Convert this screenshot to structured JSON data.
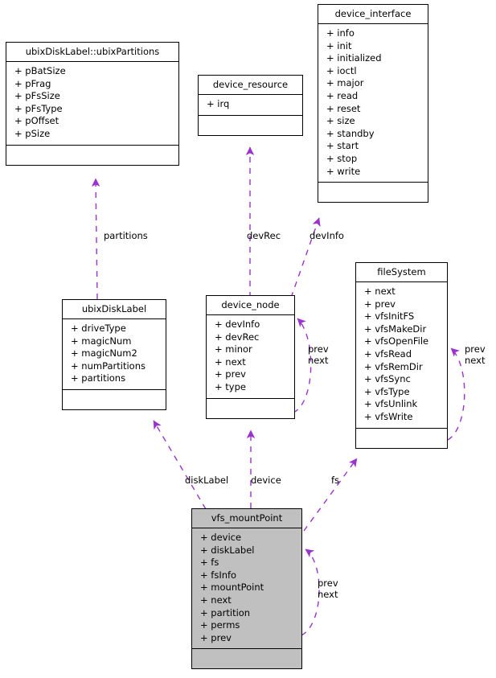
{
  "diagram": {
    "type": "uml-class-collaboration-diagram",
    "edge_color": "#9a32cd",
    "box_border_color": "#000000",
    "highlight_fill": "#c0c0c0"
  },
  "classes": [
    {
      "id": "ubixPartitions",
      "name": "ubixDiskLabel::ubixPartitions",
      "attributes": [
        "+ pBatSize",
        "+ pFrag",
        "+ pFsSize",
        "+ pFsType",
        "+ pOffset",
        "+ pSize"
      ],
      "shaded": false
    },
    {
      "id": "device_resource",
      "name": "device_resource",
      "attributes": [
        "+ irq"
      ],
      "shaded": false
    },
    {
      "id": "device_interface",
      "name": "device_interface",
      "attributes": [
        "+ info",
        "+ init",
        "+ initialized",
        "+ ioctl",
        "+ major",
        "+ read",
        "+ reset",
        "+ size",
        "+ standby",
        "+ start",
        "+ stop",
        "+ write"
      ],
      "shaded": false
    },
    {
      "id": "ubixDiskLabel",
      "name": "ubixDiskLabel",
      "attributes": [
        "+ driveType",
        "+ magicNum",
        "+ magicNum2",
        "+ numPartitions",
        "+ partitions"
      ],
      "shaded": false
    },
    {
      "id": "device_node",
      "name": "device_node",
      "attributes": [
        "+ devInfo",
        "+ devRec",
        "+ minor",
        "+ next",
        "+ prev",
        "+ type"
      ],
      "shaded": false
    },
    {
      "id": "fileSystem",
      "name": "fileSystem",
      "attributes": [
        "+ next",
        "+ prev",
        "+ vfsInitFS",
        "+ vfsMakeDir",
        "+ vfsOpenFile",
        "+ vfsRead",
        "+ vfsRemDir",
        "+ vfsSync",
        "+ vfsType",
        "+ vfsUnlink",
        "+ vfsWrite"
      ],
      "shaded": false
    },
    {
      "id": "vfs_mountPoint",
      "name": "vfs_mountPoint",
      "attributes": [
        "+ device",
        "+ diskLabel",
        "+ fs",
        "+ fsInfo",
        "+ mountPoint",
        "+ next",
        "+ partition",
        "+ perms",
        "+ prev"
      ],
      "shaded": true
    }
  ],
  "edge_labels": [
    {
      "id": "partitions",
      "text": "partitions",
      "from": "ubixDiskLabel",
      "to": "ubixPartitions"
    },
    {
      "id": "devRec",
      "text": "devRec",
      "from": "device_node",
      "to": "device_resource"
    },
    {
      "id": "devInfo",
      "text": "devInfo",
      "from": "device_node",
      "to": "device_interface"
    },
    {
      "id": "device_node_prevnext",
      "text": "prev\nnext",
      "from": "device_node",
      "to": "device_node"
    },
    {
      "id": "fileSystem_prevnext",
      "text": "prev\nnext",
      "from": "fileSystem",
      "to": "fileSystem"
    },
    {
      "id": "diskLabel",
      "text": "diskLabel",
      "from": "vfs_mountPoint",
      "to": "ubixDiskLabel"
    },
    {
      "id": "device",
      "text": "device",
      "from": "vfs_mountPoint",
      "to": "device_node"
    },
    {
      "id": "fs",
      "text": "fs",
      "from": "vfs_mountPoint",
      "to": "fileSystem"
    },
    {
      "id": "vfs_mountPoint_prevnext",
      "text": "prev\nnext",
      "from": "vfs_mountPoint",
      "to": "vfs_mountPoint"
    }
  ]
}
